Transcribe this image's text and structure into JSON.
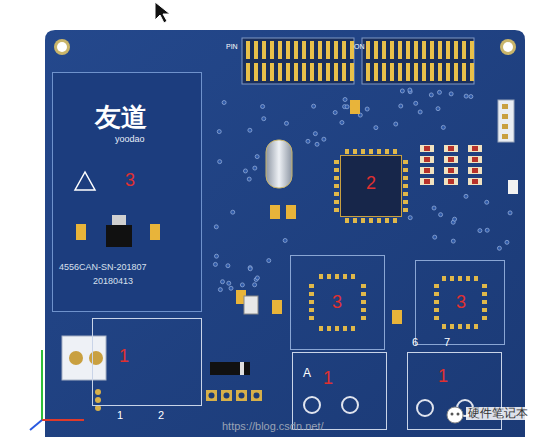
{
  "diagram": {
    "nodes": [
      {
        "text": [
          "友道",
          "yoodao",
          "3",
          "4556CAN-SN-201807",
          "20180413"
        ]
      },
      {
        "text": [
          "2"
        ]
      },
      {
        "text": [
          "3"
        ]
      },
      {
        "text": [
          "3"
        ]
      },
      {
        "text": [
          "1"
        ]
      },
      {
        "text": [
          "A",
          "1"
        ]
      },
      {
        "text": [
          "1"
        ]
      }
    ],
    "labels": [
      "PIN",
      "ON",
      "1",
      "2",
      "6",
      "7",
      "https://blog.csdn.net/",
      "硬件笔记本"
    ]
  }
}
